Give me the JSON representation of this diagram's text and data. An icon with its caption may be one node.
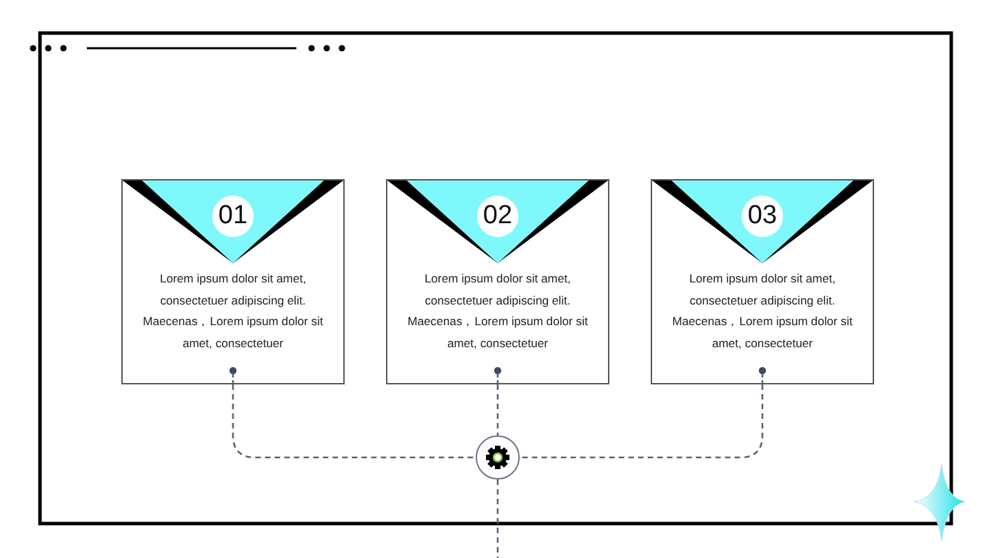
{
  "diagram": {
    "nodes": [
      {
        "text": [
          "01",
          "Lorem ipsum dolor sit amet, consectetuer adipiscing elit. Maecenas，Lorem ipsum dolor sit amet, consectetuer"
        ]
      },
      {
        "text": [
          "02",
          "Lorem ipsum dolor sit amet, consectetuer adipiscing elit. Maecenas，Lorem ipsum dolor sit amet, consectetuer"
        ]
      },
      {
        "text": [
          "03",
          "Lorem ipsum dolor sit amet, consectetuer adipiscing elit. Maecenas，Lorem ipsum dolor sit amet, consectetuer"
        ]
      },
      {
        "text": [],
        "shape": "circle"
      }
    ],
    "edges": [
      {
        "from": 0,
        "to": 3,
        "arrow": "none",
        "style": "dashed"
      },
      {
        "from": 1,
        "to": 3,
        "arrow": "none",
        "style": "dashed"
      },
      {
        "from": 2,
        "to": 3,
        "arrow": "none",
        "style": "dashed"
      },
      {
        "from": 3,
        "to": null,
        "arrow": "none",
        "style": "dashed"
      }
    ]
  }
}
